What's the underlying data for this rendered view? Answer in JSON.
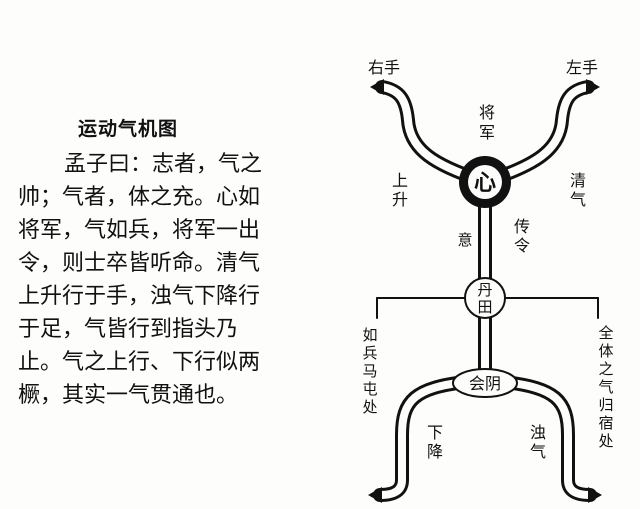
{
  "title": "运动气机图",
  "paragraph_lines": [
    "孟子曰：志者，气之",
    "帅；气者，体之充。心如",
    "将军，气如兵，将军一出",
    "令，则士卒皆听命。清气",
    "上升行于手，浊气下降行",
    "于足，气皆行到指头乃",
    "止。气之上行、下行似两",
    "橛，其实一气贯通也。"
  ],
  "diagram": {
    "center_heart": "心",
    "dantian": "丹田",
    "huiyin": "会阴",
    "right_hand": "右手",
    "left_hand": "左手",
    "general": [
      "将",
      "军"
    ],
    "rise": [
      "上",
      "升"
    ],
    "clear_qi": [
      "清",
      "气"
    ],
    "yi": "意",
    "transmit": [
      "传",
      "令"
    ],
    "soldiers": [
      "如",
      "兵",
      "马",
      "屯",
      "处"
    ],
    "whole_body": [
      "全",
      "体",
      "之",
      "气",
      "归",
      "宿",
      "处"
    ],
    "descend": [
      "下",
      "降"
    ],
    "turbid_qi": [
      "浊",
      "气"
    ]
  }
}
